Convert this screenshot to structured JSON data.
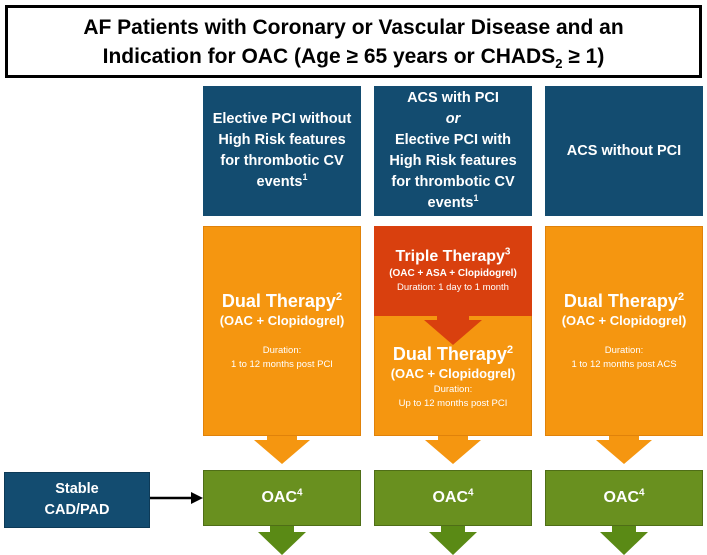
{
  "title": {
    "line1": "AF Patients with Coronary or Vascular Disease and an",
    "line2_prefix": "Indication for OAC (Age ≥ 65 years or CHADS",
    "line2_sub": "2",
    "line2_suffix": " ≥ 1)"
  },
  "columns": [
    {
      "header": [
        "Elective PCI without",
        "High Risk features",
        "for thrombotic CV"
      ],
      "header_last": "events",
      "header_sup": "1",
      "therapy_title": "Dual Therapy",
      "therapy_sup": "2",
      "therapy_sub": "(OAC + Clopidogrel)",
      "duration_label": "Duration:",
      "duration_value": "1 to 12 months post PCI",
      "oac_label": "OAC",
      "oac_sup": "4"
    },
    {
      "header_top": "ACS with PCI",
      "header_or": "or",
      "header": [
        "Elective PCI with",
        "High Risk features",
        "for thrombotic CV"
      ],
      "header_last": "events",
      "header_sup": "1",
      "triple_title": "Triple Therapy",
      "triple_sup": "3",
      "triple_sub": "(OAC + ASA + Clopidogrel)",
      "triple_duration": "Duration: 1 day to 1 month",
      "therapy_title": "Dual Therapy",
      "therapy_sup": "2",
      "therapy_sub": "(OAC + Clopidogrel)",
      "duration_label": "Duration:",
      "duration_value": "Up to 12 months post PCI",
      "oac_label": "OAC",
      "oac_sup": "4"
    },
    {
      "header_single": "ACS without PCI",
      "therapy_title": "Dual Therapy",
      "therapy_sup": "2",
      "therapy_sub": "(OAC + Clopidogrel)",
      "duration_label": "Duration:",
      "duration_value": "1 to 12 months post ACS",
      "oac_label": "OAC",
      "oac_sup": "4"
    }
  ],
  "stable_box": {
    "line1": "Stable",
    "line2": "CAD/PAD"
  },
  "colors": {
    "header_blue": "#134c70",
    "orange": "#f59610",
    "red": "#d9400e",
    "green": "#69901f",
    "arrow_orange": "#f59610",
    "arrow_green": "#5a8a15"
  }
}
